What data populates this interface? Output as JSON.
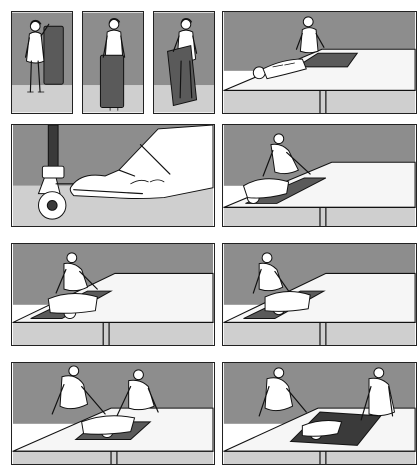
{
  "panels": [
    {
      "id": "p1",
      "step": "stand-holding-board",
      "people": 1,
      "objects": [
        "transfer-board"
      ]
    },
    {
      "id": "p2",
      "step": "board-held-low",
      "people": 1,
      "objects": [
        "transfer-board"
      ]
    },
    {
      "id": "p3",
      "step": "board-held-angled",
      "people": 1,
      "objects": [
        "transfer-board"
      ]
    },
    {
      "id": "p4",
      "step": "lay-board-patient-on-bed",
      "people": 2,
      "objects": [
        "bed",
        "transfer-board"
      ]
    },
    {
      "id": "p5",
      "step": "lock-wheel-with-foot",
      "people": 0,
      "objects": [
        "caster-wheel",
        "shoe"
      ]
    },
    {
      "id": "p6",
      "step": "roll-patient-insert-board",
      "people": 2,
      "objects": [
        "bed",
        "transfer-board"
      ]
    },
    {
      "id": "p7",
      "step": "patient-on-board",
      "people": 2,
      "objects": [
        "bed",
        "transfer-board"
      ]
    },
    {
      "id": "p8",
      "step": "position-patient-on-board",
      "people": 2,
      "objects": [
        "bed",
        "transfer-board"
      ]
    },
    {
      "id": "p9",
      "step": "two-caregivers-slide-patient",
      "people": 3,
      "objects": [
        "bed",
        "transfer-board"
      ]
    },
    {
      "id": "p10",
      "step": "complete-transfer",
      "people": 3,
      "objects": [
        "bed",
        "transfer-board",
        "sheet"
      ]
    }
  ],
  "colors": {
    "wall": "#8d8d8d",
    "floor": "#cfcfcf",
    "board": "#5a5a5a",
    "ink": "#111111",
    "paper": "#ffffff"
  },
  "icons": [
    "caregiver-figure",
    "patient-figure",
    "transfer-board",
    "bed",
    "wheel",
    "shoe"
  ]
}
